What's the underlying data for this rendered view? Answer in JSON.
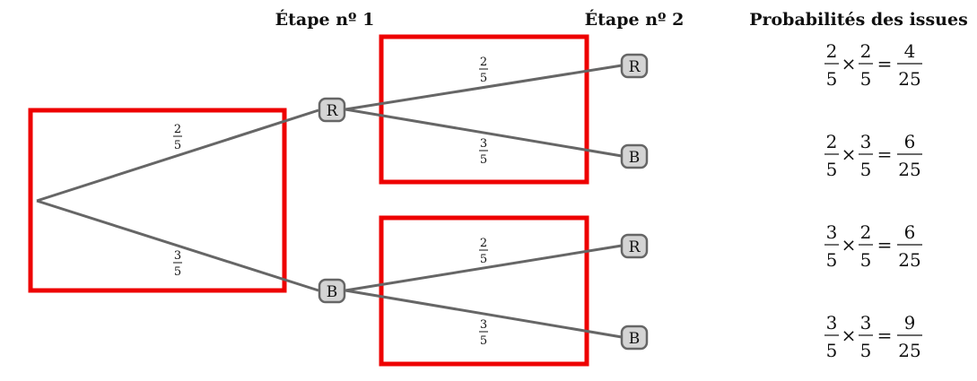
{
  "headers": {
    "step1": "Étape nº 1",
    "step2": "Étape nº 2",
    "outcomes": "Probabilités des issues"
  },
  "branches": {
    "root_top": {
      "num": "2",
      "den": "5"
    },
    "root_bottom": {
      "num": "3",
      "den": "5"
    },
    "r_top": {
      "num": "2",
      "den": "5"
    },
    "r_bottom": {
      "num": "3",
      "den": "5"
    },
    "b_top": {
      "num": "2",
      "den": "5"
    },
    "b_bottom": {
      "num": "3",
      "den": "5"
    }
  },
  "nodes": {
    "level1": [
      "R",
      "B"
    ],
    "level2": [
      "R",
      "B",
      "R",
      "B"
    ]
  },
  "outcomes": [
    {
      "a_num": "2",
      "a_den": "5",
      "b_num": "2",
      "b_den": "5",
      "r_num": "4",
      "r_den": "25"
    },
    {
      "a_num": "2",
      "a_den": "5",
      "b_num": "3",
      "b_den": "5",
      "r_num": "6",
      "r_den": "25"
    },
    {
      "a_num": "3",
      "a_den": "5",
      "b_num": "2",
      "b_den": "5",
      "r_num": "6",
      "r_den": "25"
    },
    {
      "a_num": "3",
      "a_den": "5",
      "b_num": "3",
      "b_den": "5",
      "r_num": "9",
      "r_den": "25"
    }
  ],
  "symbols": {
    "times": "×",
    "equals": "="
  },
  "colors": {
    "highlight": "#ee0000",
    "edge": "#666666",
    "node_fill": "#d4d4d4",
    "node_stroke": "#666666"
  }
}
